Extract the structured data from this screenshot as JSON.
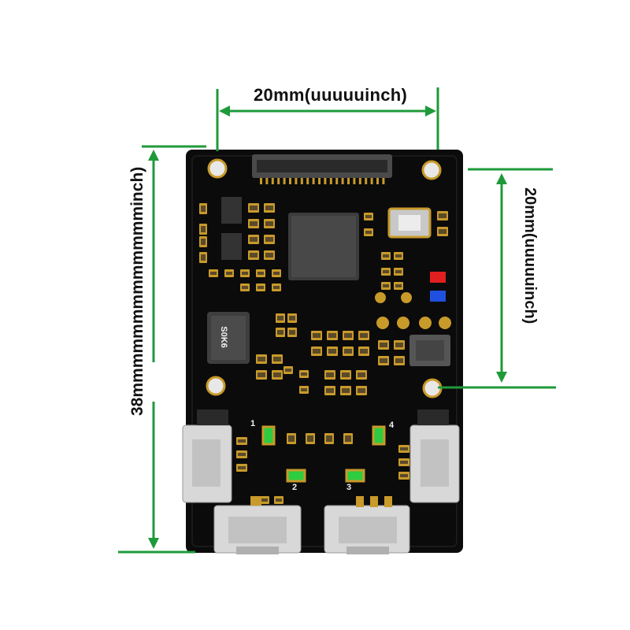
{
  "dimensions": {
    "width_top": "20mm(uuuuuinch)",
    "height_right": "20mm(uuuuuinch)",
    "height_left": "38mmmmmmmmmmmmminch)"
  },
  "board": {
    "chip_marking": "S0K6",
    "led_labels": [
      "1",
      "2",
      "3",
      "4"
    ]
  },
  "colors": {
    "pcb": "#0b0b0b",
    "arrow": "#1f9a3a",
    "gold": "#c89a2a",
    "led_green": "#2ecc40",
    "led_red": "#e02020",
    "led_blue": "#2050e0"
  }
}
